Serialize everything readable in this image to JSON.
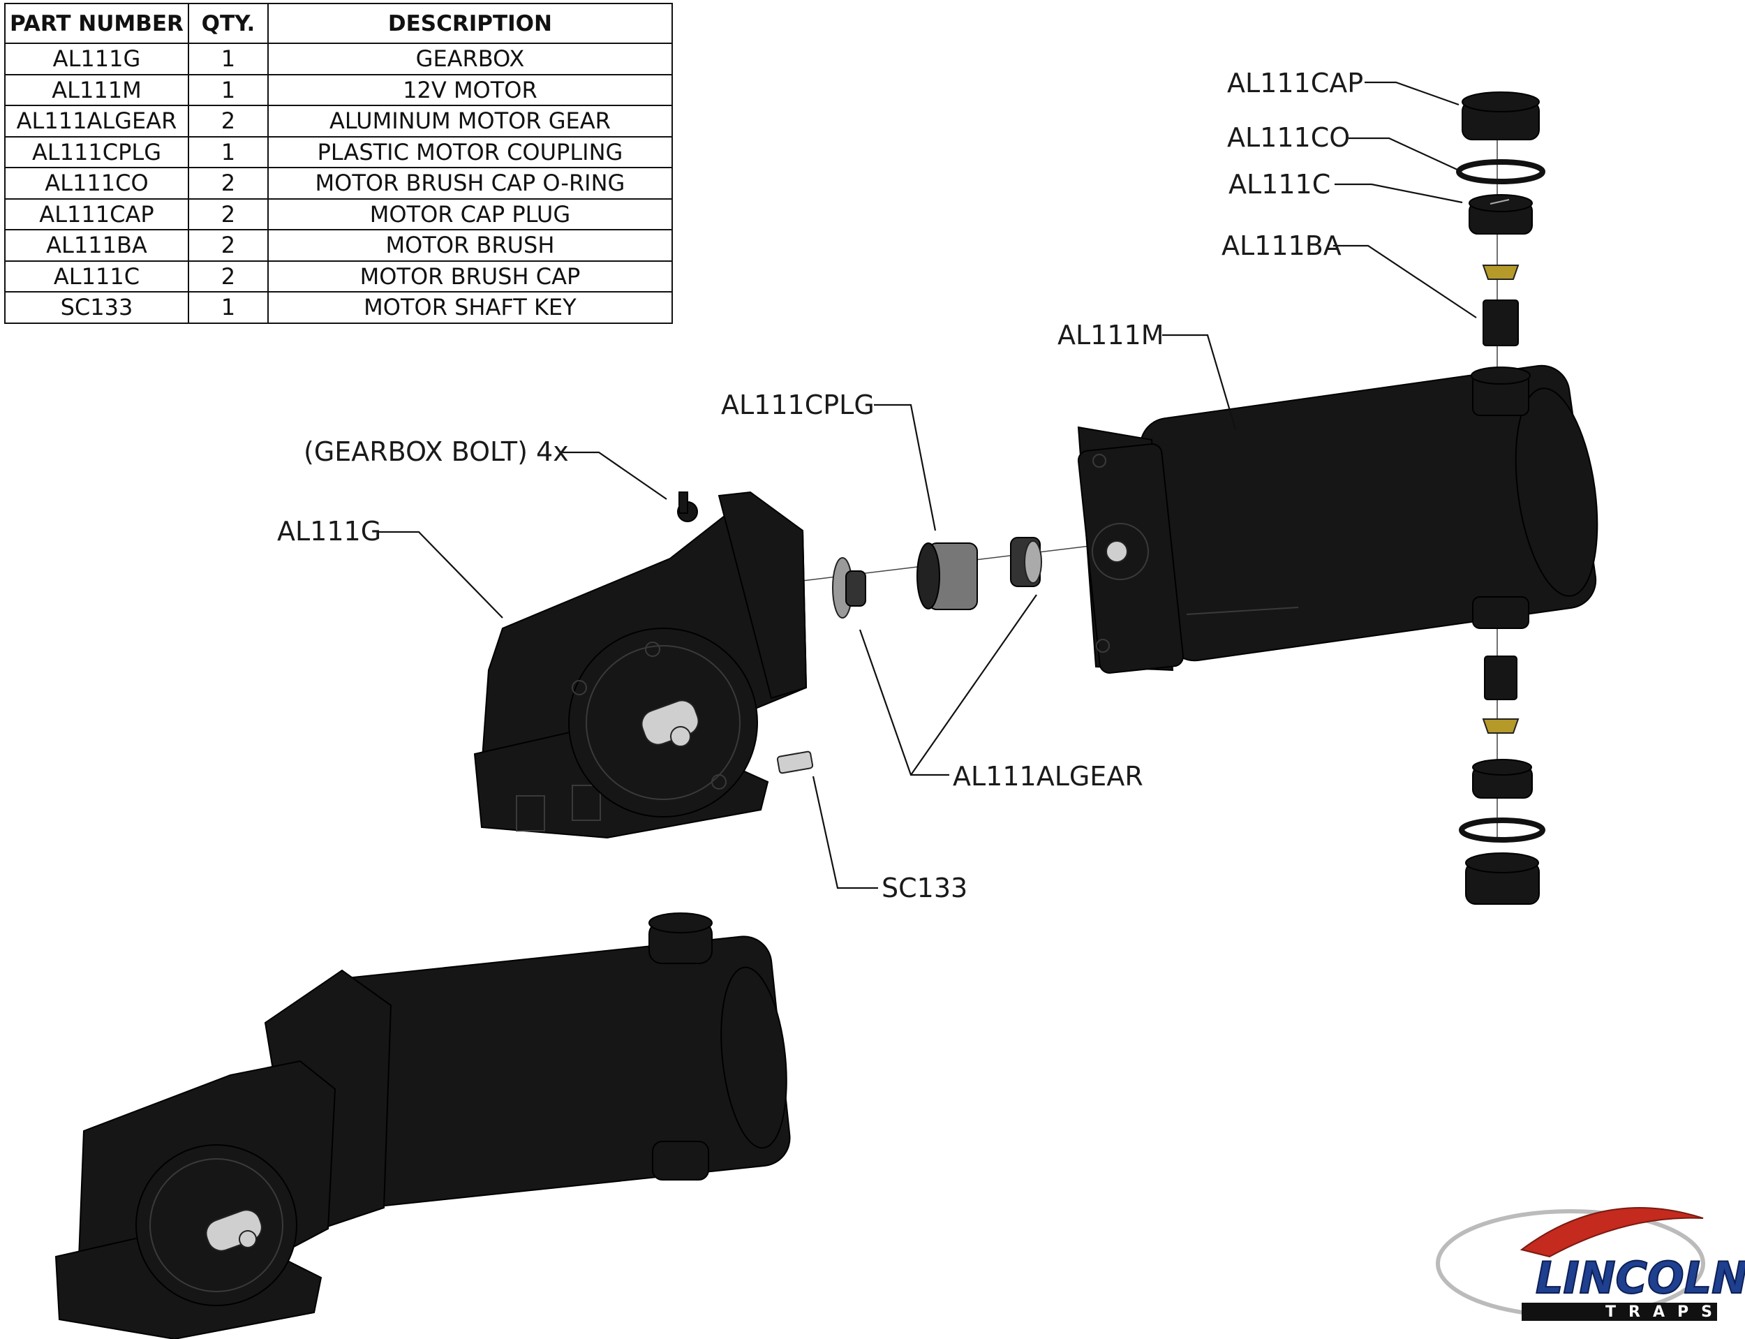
{
  "parts_table": {
    "headers": [
      "PART NUMBER",
      "QTY.",
      "DESCRIPTION"
    ],
    "rows": [
      {
        "part": "AL111G",
        "qty": "1",
        "desc": "GEARBOX"
      },
      {
        "part": "AL111M",
        "qty": "1",
        "desc": "12V MOTOR"
      },
      {
        "part": "AL111ALGEAR",
        "qty": "2",
        "desc": "ALUMINUM MOTOR GEAR"
      },
      {
        "part": "AL111CPLG",
        "qty": "1",
        "desc": "PLASTIC MOTOR COUPLING"
      },
      {
        "part": "AL111CO",
        "qty": "2",
        "desc": "MOTOR BRUSH CAP O-RING"
      },
      {
        "part": "AL111CAP",
        "qty": "2",
        "desc": "MOTOR CAP PLUG"
      },
      {
        "part": "AL111BA",
        "qty": "2",
        "desc": "MOTOR BRUSH"
      },
      {
        "part": "AL111C",
        "qty": "2",
        "desc": "MOTOR BRUSH CAP"
      },
      {
        "part": "SC133",
        "qty": "1",
        "desc": "MOTOR SHAFT KEY"
      }
    ]
  },
  "callouts": {
    "cap": "AL111CAP",
    "oring": "AL111CO",
    "brush_cap": "AL111C",
    "brush": "AL111BA",
    "motor": "AL111M",
    "coupling": "AL111CPLG",
    "bolt": "(GEARBOX BOLT) 4x",
    "gearbox": "AL111G",
    "gear": "AL111ALGEAR",
    "key": "SC133"
  },
  "logo": {
    "brand": "LINCOLN",
    "sub": "TRAPS"
  }
}
